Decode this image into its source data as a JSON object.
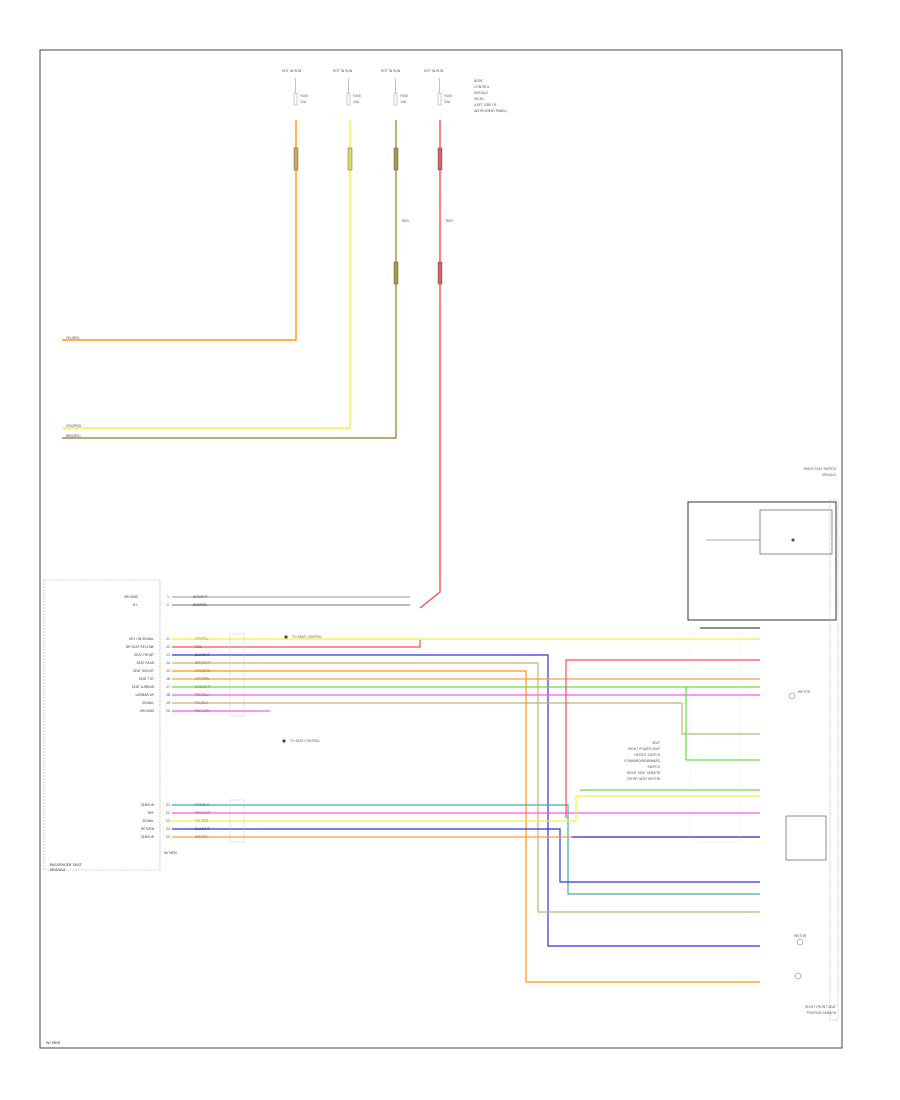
{
  "wire_colors": {
    "orange": "#ff9900",
    "yellow": "#f2f240",
    "tan": "#a68f3a",
    "red": "#ff4d4d",
    "pink": "#ff55ee",
    "blue": "#3030dd",
    "green": "#66dd44",
    "teal": "#44aaaa",
    "gray": "#777777",
    "dark": "#222222"
  },
  "fuses": [
    {
      "label": "HOT IN RUN",
      "fuse": "FUSE",
      "amps": "15A",
      "color": "orange"
    },
    {
      "label": "HOT IN RUN",
      "fuse": "FUSE",
      "amps": "10A",
      "color": "yellow"
    },
    {
      "label": "HOT IN RUN",
      "fuse": "FUSE",
      "amps": "10A",
      "color": "tan"
    },
    {
      "label": "HOT IN RUN",
      "fuse": "FUSE",
      "amps": "20A",
      "color": "red"
    }
  ],
  "fuse_panel_note": [
    "BODY",
    "CONTROL",
    "MODULE",
    "(BCM)",
    "(LEFT SIDE OF",
    "INSTRUMENT PANEL)"
  ],
  "left_wire_labels": [
    {
      "text": "YEL/RED",
      "color": "yellow"
    },
    {
      "text": "ORG/RED",
      "color": "orange"
    },
    {
      "text": "BRN/RED",
      "color": "tan"
    }
  ],
  "red_wire_note": "RED",
  "module_upper_pins": [
    {
      "num": "1",
      "name": "GROUND",
      "wire": "BLK/WHT",
      "color": "gray"
    },
    {
      "num": "2",
      "name": "B+",
      "wire": "BLK/RED",
      "color": "gray"
    }
  ],
  "module_pins": [
    {
      "num": "11",
      "name": "KEY ON SIGNAL",
      "wire": "GRY/YEL",
      "color": "yellow"
    },
    {
      "num": "12",
      "name": "DR SEAT RECLINE",
      "wire": "RED",
      "color": "red"
    },
    {
      "num": "13",
      "name": "SEAT FRONT",
      "wire": "BLU/WHT",
      "color": "blue"
    },
    {
      "num": "14",
      "name": "SEAT REAR",
      "wire": "BRN/WHT",
      "color": "tan"
    },
    {
      "num": "15",
      "name": "SEAT HEIGHT",
      "wire": "ORG/BRN",
      "color": "orange"
    },
    {
      "num": "16",
      "name": "SEAT TILT",
      "wire": "GRY/BRN",
      "color": "orange"
    },
    {
      "num": "17",
      "name": "SEAT LUMBAR",
      "wire": "GRN/WHT",
      "color": "green"
    },
    {
      "num": "18",
      "name": "LUMBAR UP",
      "wire": "PNK/BLU",
      "color": "pink"
    },
    {
      "num": "19",
      "name": "SIGNAL",
      "wire": "YEL/BLU",
      "color": "yellow"
    },
    {
      "num": "20",
      "name": "GROUND",
      "wire": "PNK/GRN",
      "color": "pink"
    }
  ],
  "module_lower_pins": [
    {
      "num": "21",
      "name": "SENSOR",
      "wire": "GRN/BLU",
      "color": "teal"
    },
    {
      "num": "22",
      "name": "REF",
      "wire": "PNK/WHT",
      "color": "pink"
    },
    {
      "num": "23",
      "name": "SIGNAL",
      "wire": "YEL/RED",
      "color": "yellow"
    },
    {
      "num": "24",
      "name": "RETURN",
      "wire": "BLU/WHT",
      "color": "blue"
    },
    {
      "num": "25",
      "name": "SENSOR",
      "wire": "BRN/YEL",
      "color": "orange"
    }
  ],
  "module_label": [
    "PASSENGER SEAT",
    "MODULE"
  ],
  "splice_notes": [
    "TO SEAT CONTROL",
    "TO SEAT CONTROL"
  ],
  "right_mid_note": [
    "SEAT",
    "RIGHT POWER SEAT",
    "HEIGHT SWITCH",
    "FORWARD/REARWARD",
    "SWITCH",
    "RIGHT SEAT SENSOR",
    "FRONT SEAT MOTOR"
  ],
  "right_top_component": [
    "RIGHT SEAT SWITCH",
    "MODULE"
  ],
  "right_bottom_label": [
    "RIGHT FRONT SEAT",
    "POSITION SENSOR"
  ],
  "motor_labels": [
    "MOTOR",
    "MOTOR"
  ],
  "footer_tag": "W/ MEM"
}
